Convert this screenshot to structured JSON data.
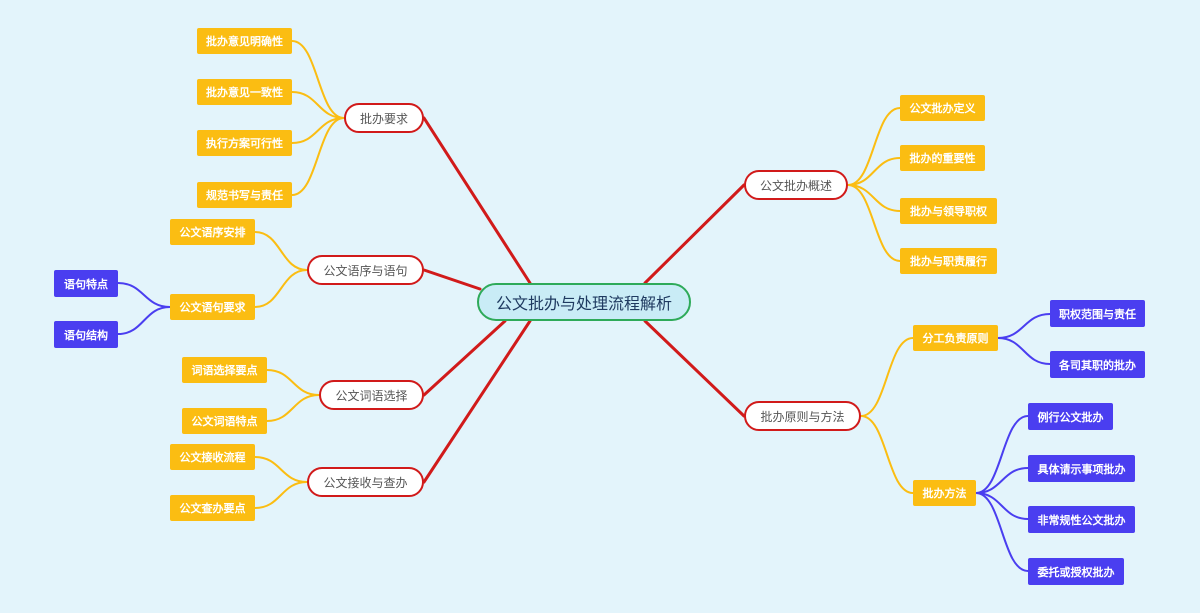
{
  "root": "公文批办与处理流程解析",
  "colors": {
    "background": "#e3f4fb",
    "root_border": "#2eaa59",
    "root_fill": "#c9ecf6",
    "level1_line": "#d11a1a",
    "level2_fill": "#fbbd12",
    "level3_fill": "#4a3ef0"
  },
  "left": [
    {
      "label": "批办要求",
      "children": [
        {
          "label": "批办意见明确性"
        },
        {
          "label": "批办意见一致性"
        },
        {
          "label": "执行方案可行性"
        },
        {
          "label": "规范书写与责任"
        }
      ]
    },
    {
      "label": "公文语序与语句",
      "children": [
        {
          "label": "公文语序安排"
        },
        {
          "label": "公文语句要求",
          "children": [
            {
              "label": "语句特点"
            },
            {
              "label": "语句结构"
            }
          ]
        }
      ]
    },
    {
      "label": "公文词语选择",
      "children": [
        {
          "label": "词语选择要点"
        },
        {
          "label": "公文词语特点"
        }
      ]
    },
    {
      "label": "公文接收与查办",
      "children": [
        {
          "label": "公文接收流程"
        },
        {
          "label": "公文查办要点"
        }
      ]
    }
  ],
  "right": [
    {
      "label": "公文批办概述",
      "children": [
        {
          "label": "公文批办定义"
        },
        {
          "label": "批办的重要性"
        },
        {
          "label": "批办与领导职权"
        },
        {
          "label": "批办与职责履行"
        }
      ]
    },
    {
      "label": "批办原则与方法",
      "children": [
        {
          "label": "分工负责原则",
          "children": [
            {
              "label": "职权范围与责任"
            },
            {
              "label": "各司其职的批办"
            }
          ]
        },
        {
          "label": "批办方法",
          "children": [
            {
              "label": "例行公文批办"
            },
            {
              "label": "具体请示事项批办"
            },
            {
              "label": "非常规性公文批办"
            },
            {
              "label": "委托或授权批办"
            }
          ]
        }
      ]
    }
  ]
}
